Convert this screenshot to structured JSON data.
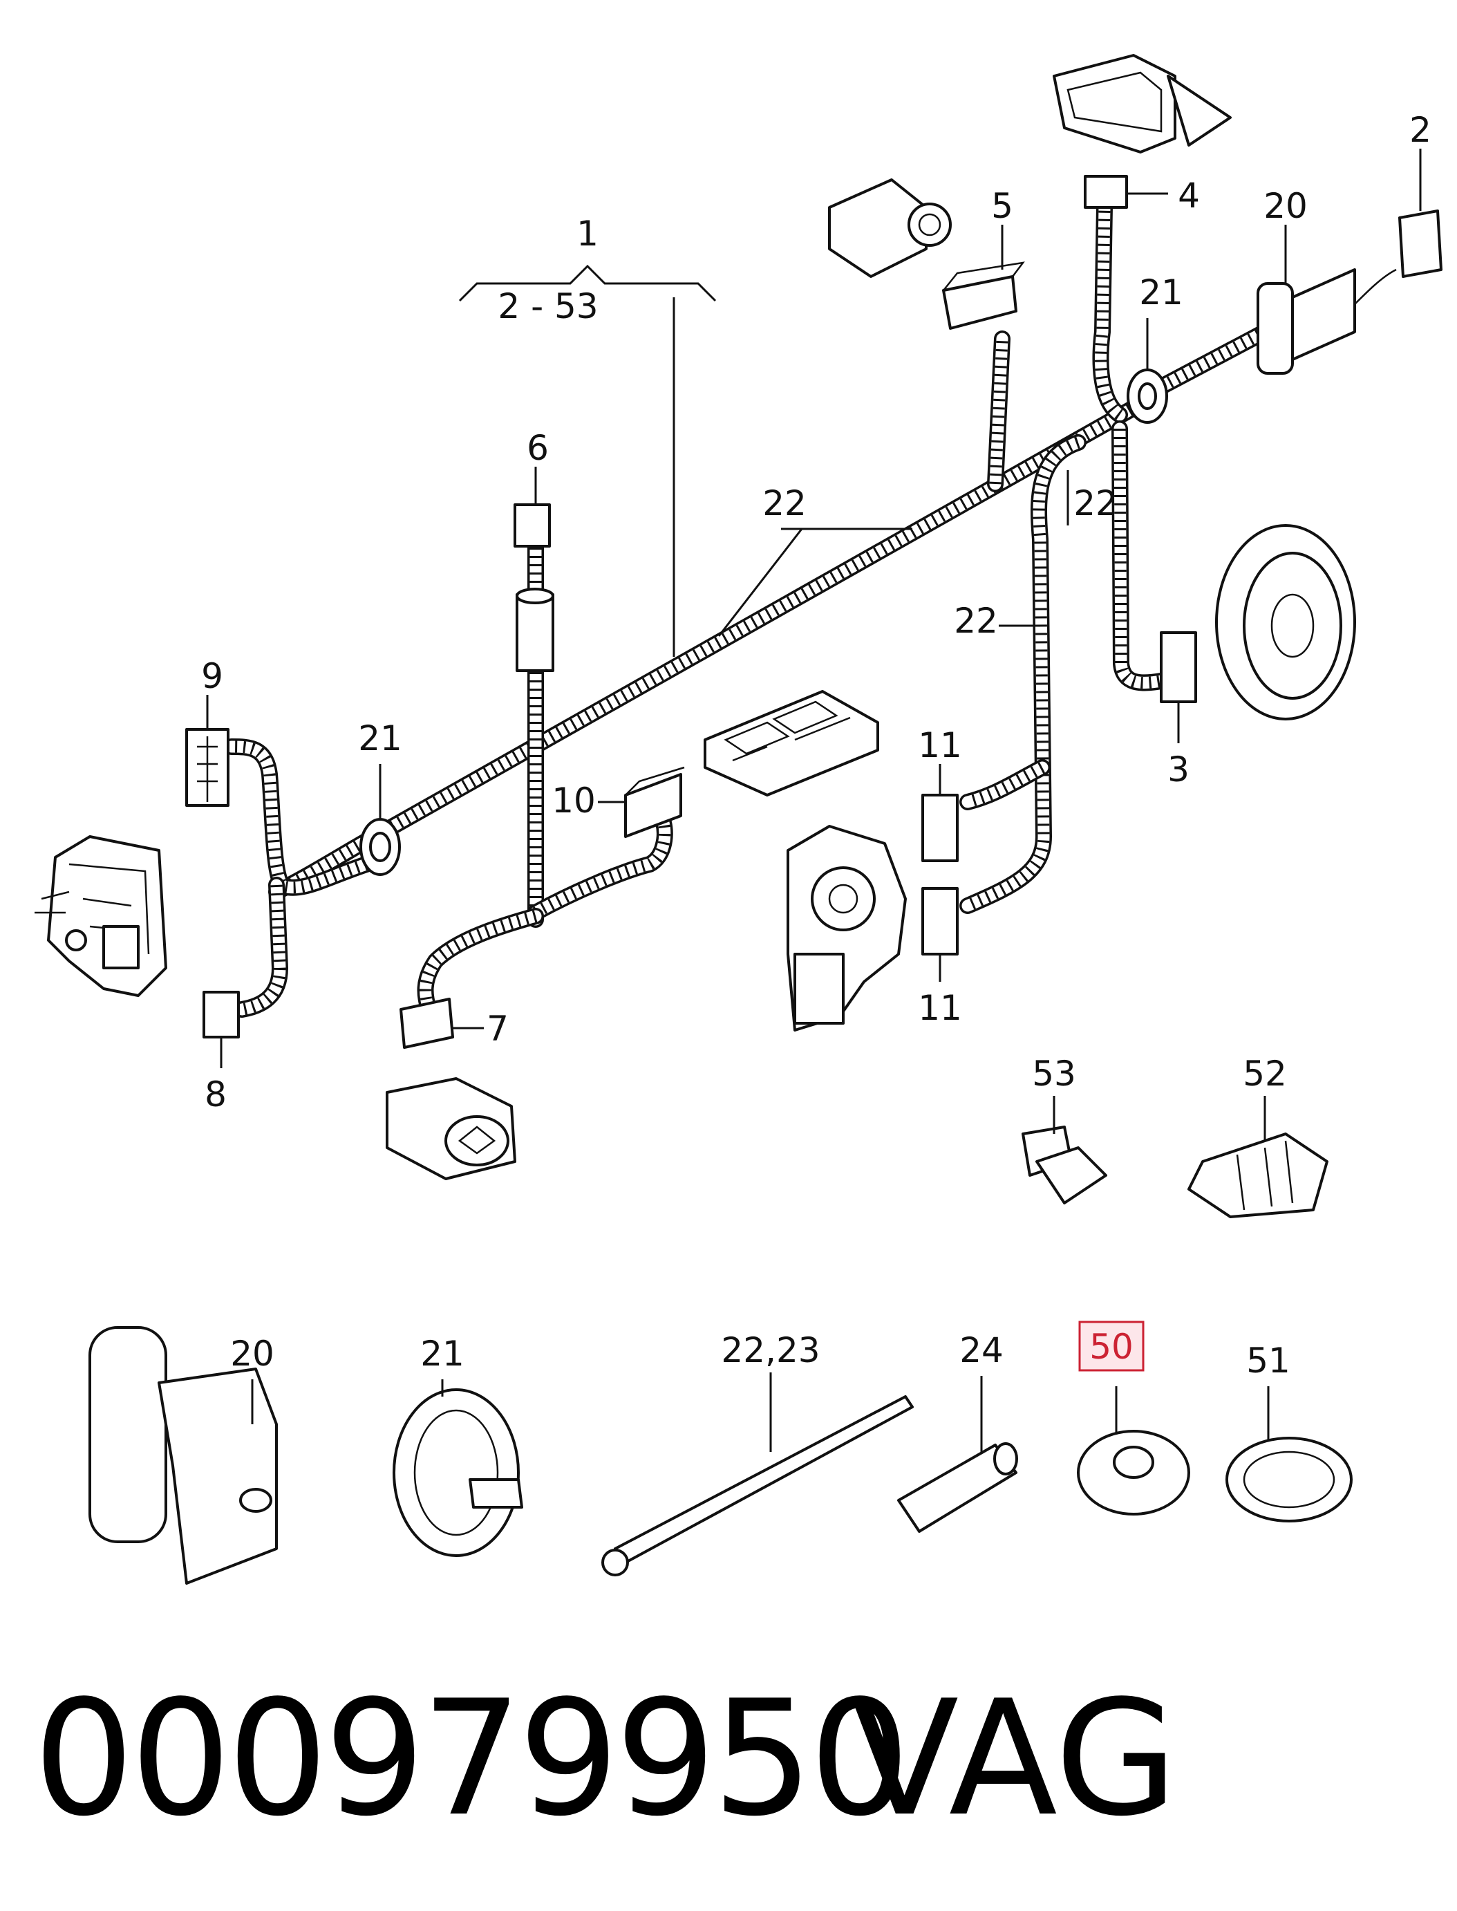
{
  "callouts": {
    "c1": "1",
    "c1_range": "2 - 53",
    "c2": "2",
    "c3": "3",
    "c4": "4",
    "c5": "5",
    "c6": "6",
    "c7": "7",
    "c8": "8",
    "c9": "9",
    "c10": "10",
    "c11a": "11",
    "c11b": "11",
    "c20a": "20",
    "c21a": "21",
    "c21b": "21",
    "c22a": "22",
    "c22b": "22",
    "c22c": "22",
    "c53": "53",
    "c52": "52",
    "c20b": "20",
    "c21c": "21",
    "c2223": "22,23",
    "c24": "24",
    "c50": "50",
    "c51": "51"
  },
  "highlight": {
    "label": "50",
    "color": "#cc2233"
  },
  "footer": {
    "part_number": "000979950",
    "brand": "VAG"
  }
}
